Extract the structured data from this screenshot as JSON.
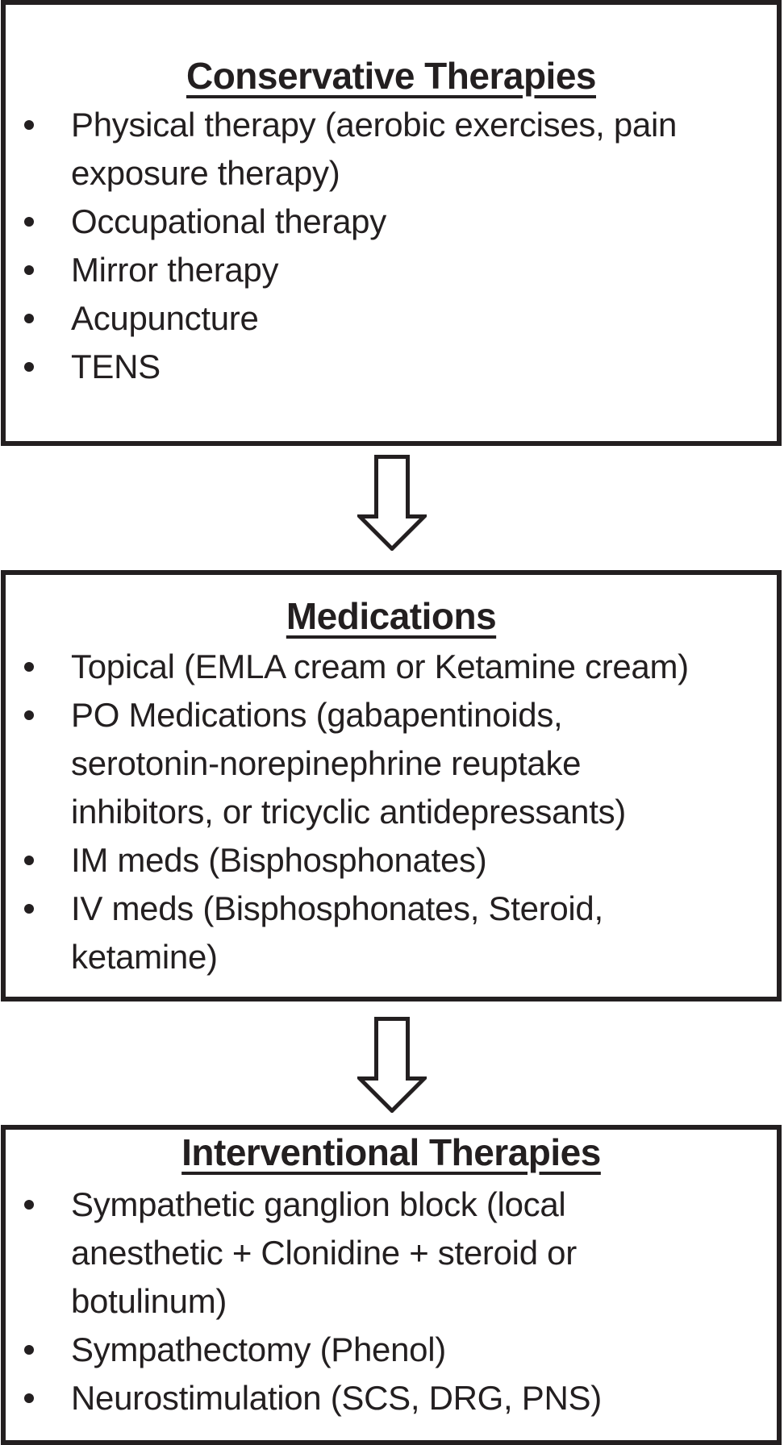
{
  "figure_type": "flowchart",
  "colors": {
    "ink": "#231f20",
    "background": "#ffffff",
    "box_border": "#231f20"
  },
  "connectors": [
    {
      "icon": "block-down-arrow"
    },
    {
      "icon": "block-down-arrow"
    }
  ],
  "boxes": [
    {
      "title": "Conservative Therapies",
      "lines": [
        {
          "text": "Physical therapy (aerobic exercises, pain",
          "bullet": true
        },
        {
          "text": "exposure therapy)",
          "bullet": false
        },
        {
          "text": "Occupational therapy",
          "bullet": true
        },
        {
          "text": "Mirror therapy",
          "bullet": true
        },
        {
          "text": "Acupuncture",
          "bullet": true
        },
        {
          "text": "TENS",
          "bullet": true
        }
      ]
    },
    {
      "title": "Medications",
      "lines": [
        {
          "text": "Topical (EMLA cream or Ketamine cream)",
          "bullet": true
        },
        {
          "text": "PO Medications (gabapentinoids,",
          "bullet": true
        },
        {
          "text": "serotonin-norepinephrine reuptake",
          "bullet": false
        },
        {
          "text": "inhibitors, or tricyclic antidepressants)",
          "bullet": false
        },
        {
          "text": "IM meds (Bisphosphonates)",
          "bullet": true
        },
        {
          "text": "IV meds (Bisphosphonates, Steroid,",
          "bullet": true
        },
        {
          "text": "ketamine)",
          "bullet": false
        }
      ]
    },
    {
      "title": "Interventional Therapies",
      "lines": [
        {
          "text": "Sympathetic ganglion block (local",
          "bullet": true
        },
        {
          "text": "anesthetic + Clonidine + steroid or",
          "bullet": false
        },
        {
          "text": "botulinum)",
          "bullet": false
        },
        {
          "text": "Sympathectomy (Phenol)",
          "bullet": true
        },
        {
          "text": "Neurostimulation (SCS, DRG, PNS)",
          "bullet": true
        }
      ]
    }
  ]
}
